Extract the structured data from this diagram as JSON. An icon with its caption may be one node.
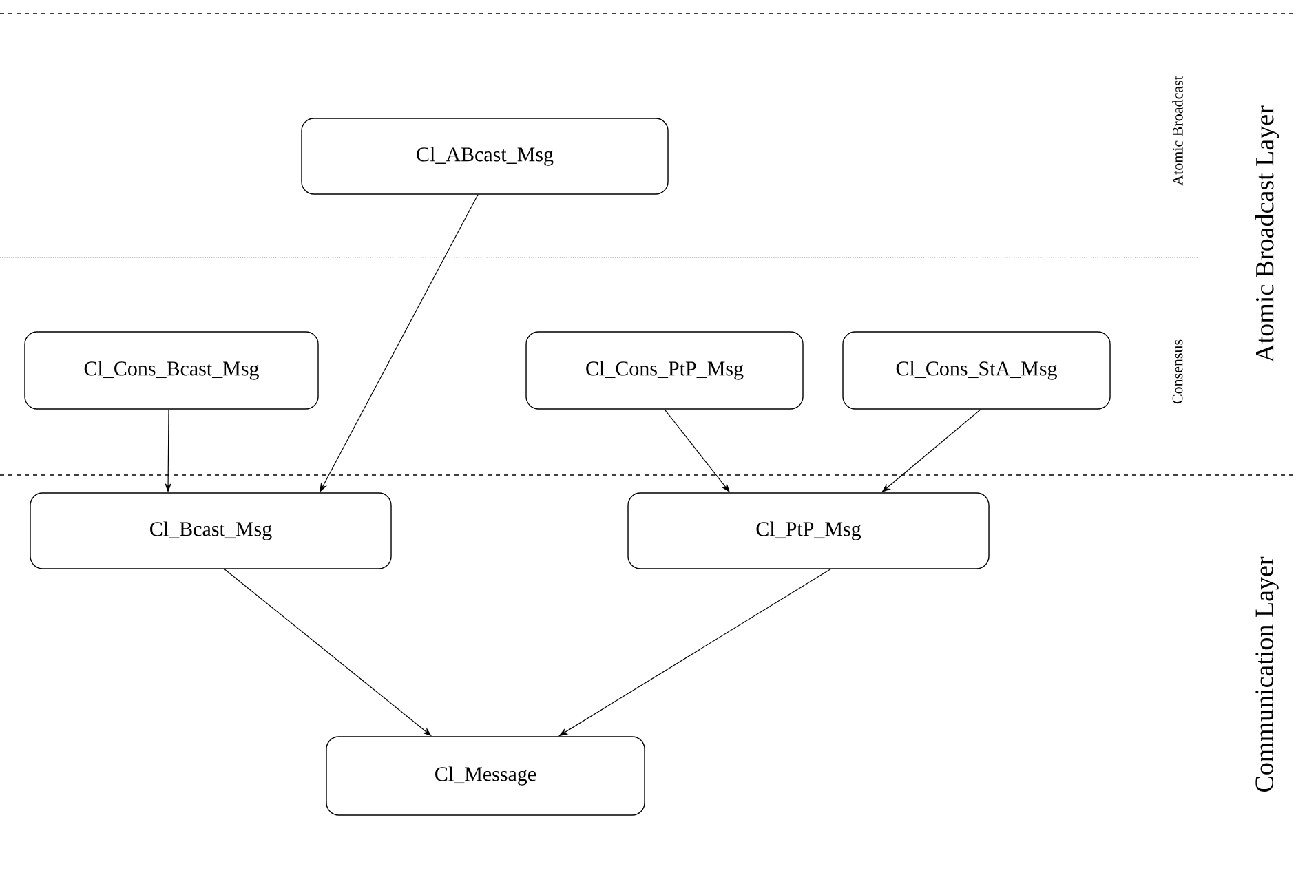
{
  "diagram": {
    "nodes": [
      {
        "text": [
          "Cl_ABcast_Msg"
        ]
      },
      {
        "text": [
          "Cl_Cons_Bcast_Msg"
        ]
      },
      {
        "text": [
          "Cl_Cons_PtP_Msg"
        ]
      },
      {
        "text": [
          "Cl_Cons_StA_Msg"
        ]
      },
      {
        "text": [
          "Cl_Bcast_Msg"
        ]
      },
      {
        "text": [
          "Cl_PtP_Msg"
        ]
      },
      {
        "text": [
          "Cl_Message"
        ]
      }
    ],
    "edges": [
      {
        "from": 0,
        "to": 4,
        "arrow": "to"
      },
      {
        "from": 1,
        "to": 4,
        "arrow": "to"
      },
      {
        "from": 2,
        "to": 5,
        "arrow": "to"
      },
      {
        "from": 3,
        "to": 5,
        "arrow": "to"
      },
      {
        "from": 4,
        "to": 6,
        "arrow": "to"
      },
      {
        "from": 5,
        "to": 6,
        "arrow": "to"
      }
    ],
    "labels": [
      "Atomic Broadcast",
      "Consensus",
      "Atomic Broadcast Layer",
      "Communication Layer"
    ]
  }
}
